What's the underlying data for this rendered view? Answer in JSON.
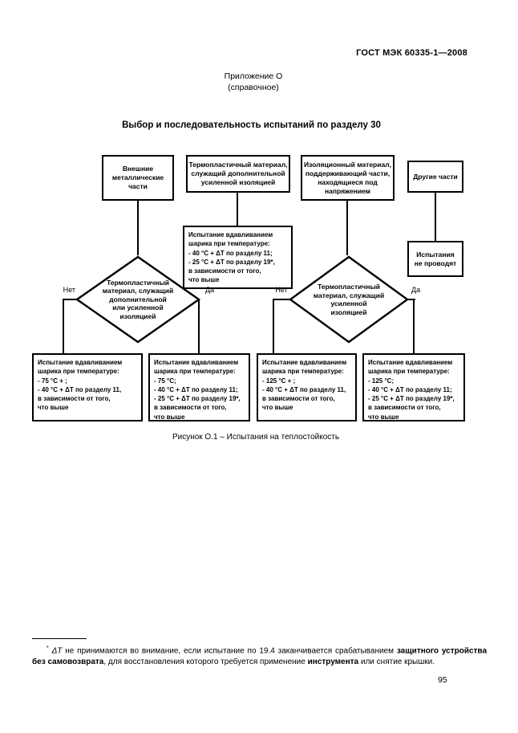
{
  "doc": {
    "header": "ГОСТ МЭК 60335-1—2008",
    "annex_title": "Приложение О",
    "annex_type": "(справочное)",
    "section_title": "Выбор и последовательность испытаний по разделу 30",
    "figure_caption": "Рисунок О.1 – Испытания на теплостойкость",
    "page_number": "95"
  },
  "flowchart": {
    "no_label": "Нет",
    "yes_label": "Да",
    "external_metal_parts": {
      "lines": [
        "Внешние",
        "металлические",
        "части"
      ]
    },
    "thermoplastic_material": {
      "lines": [
        "Термопластичный материал,",
        "служащий дополнительной",
        "усиленной изоляцией"
      ]
    },
    "insulating_material": {
      "lines": [
        "Изоляционный материал,",
        "поддерживающий части,",
        "находящиеся под",
        "напряжением"
      ]
    },
    "other_parts": {
      "lines": [
        "Другие части"
      ]
    },
    "ball_test_40_25": {
      "lines": [
        "Испытание вдавливанием",
        "шарика при температуре:",
        "- 40 °С + ΔT по разделу 11;",
        "- 25 °С + ΔT по разделу 19*,",
        "в зависимости от того,",
        "что выше"
      ]
    },
    "no_tests": {
      "lines": [
        "Испытания",
        "не проводят"
      ]
    },
    "decision_suppl_or_reinforced": {
      "lines": [
        "Термопластичный",
        "материал, служащий",
        "дополнительной",
        "или усиленной",
        "изоляцией"
      ]
    },
    "decision_reinforced": {
      "lines": [
        "Термопластичный",
        "материал, служащий",
        "усиленной",
        "изоляцией"
      ]
    },
    "ball_test_75": {
      "lines": [
        "Испытание вдавливанием",
        "шарика при температуре:",
        "- 75 °С + ;",
        "- 40 °С + ΔT по разделу 11,",
        "в зависимости от того,",
        "что выше"
      ]
    },
    "ball_test_75_40_25": {
      "lines": [
        "Испытание вдавливанием",
        "шарика при температуре:",
        "- 75 °С;",
        "- 40 °С + ΔT по разделу 11;",
        "- 25 °С + ΔT по разделу 19*,",
        "в зависимости от того,",
        "что выше"
      ]
    },
    "ball_test_125": {
      "lines": [
        "Испытание вдавливанием",
        "шарика при температуре:",
        "- 125 °С + ;",
        "- 40 °С + ΔT по разделу 11,",
        "в зависимости от того,",
        "что выше"
      ]
    },
    "ball_test_125_40_25": {
      "lines": [
        "Испытание вдавливанием",
        "шарика при температуре:",
        "- 125 °С;",
        "- 40 °С + ΔT по разделу 11;",
        "- 25 °С + ΔT по разделу 19*,",
        "в зависимости от того,",
        "что выше"
      ]
    }
  },
  "footnote": {
    "segments": [
      {
        "text": "*",
        "sup": true
      },
      {
        "text": " ",
        "sup": false
      },
      {
        "text": "ΔT",
        "italic": true
      },
      {
        "text": " не принимаются во внимание, если испытание по 19.4 заканчивается срабатыванием "
      },
      {
        "text": "защитного устройства без самовозврата",
        "bold": true
      },
      {
        "text": ", для восстановления которого требуется применение "
      },
      {
        "text": "инструмента",
        "bold": true
      },
      {
        "text": " или снятие крышки."
      }
    ]
  }
}
